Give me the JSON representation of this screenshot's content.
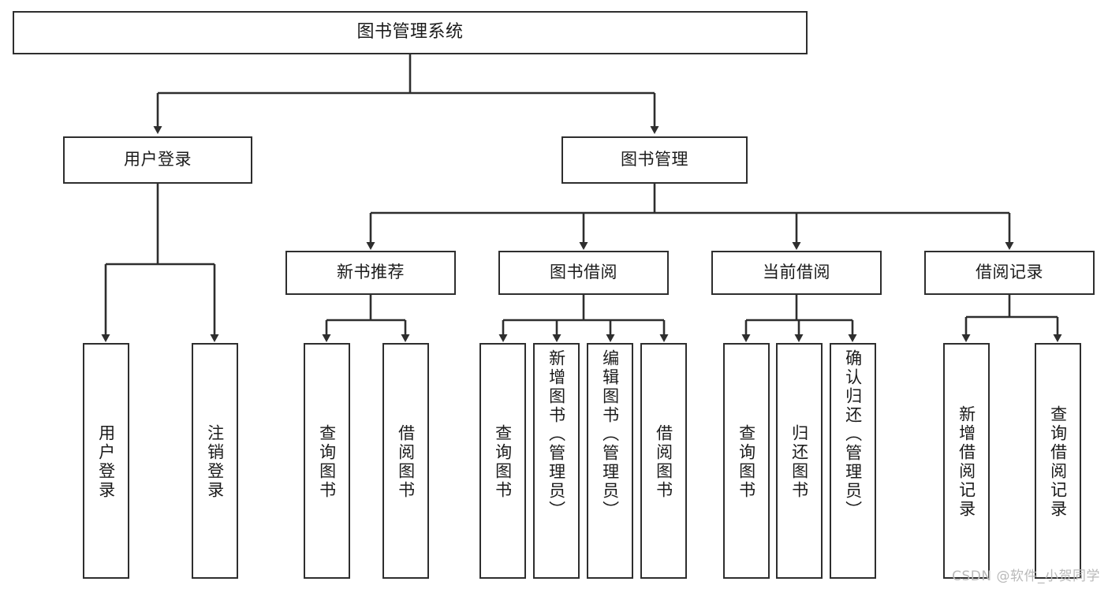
{
  "diagram": {
    "title": "图书管理系统",
    "type": "tree-hierarchy",
    "root": {
      "id": "root",
      "label": "图书管理系统"
    },
    "level2": [
      {
        "id": "user-login",
        "label": "用户登录"
      },
      {
        "id": "book-management",
        "label": "图书管理"
      }
    ],
    "level3": [
      {
        "id": "new-book-recommend",
        "label": "新书推荐",
        "parent": "book-management"
      },
      {
        "id": "book-borrow",
        "label": "图书借阅",
        "parent": "book-management"
      },
      {
        "id": "current-borrow",
        "label": "当前借阅",
        "parent": "book-management"
      },
      {
        "id": "borrow-record",
        "label": "借阅记录",
        "parent": "book-management"
      }
    ],
    "leaves": {
      "user_login": [
        {
          "id": "leaf-user-login",
          "label": "用户登录"
        },
        {
          "id": "leaf-logout",
          "label": "注销登录"
        }
      ],
      "new_book_recommend": [
        {
          "id": "leaf-query-book-1",
          "label": "查询图书"
        },
        {
          "id": "leaf-borrow-book-1",
          "label": "借阅图书"
        }
      ],
      "book_borrow": [
        {
          "id": "leaf-query-book-2",
          "label": "查询图书"
        },
        {
          "id": "leaf-add-book",
          "label": "新增图书（管理员）"
        },
        {
          "id": "leaf-edit-book",
          "label": "编辑图书（管理员）"
        },
        {
          "id": "leaf-borrow-book-2",
          "label": "借阅图书"
        }
      ],
      "current_borrow": [
        {
          "id": "leaf-query-book-3",
          "label": "查询图书"
        },
        {
          "id": "leaf-return-book",
          "label": "归还图书"
        },
        {
          "id": "leaf-confirm-return",
          "label": "确认归还（管理员）"
        }
      ],
      "borrow_record": [
        {
          "id": "leaf-add-record",
          "label": "新增借阅记录"
        },
        {
          "id": "leaf-query-record",
          "label": "查询借阅记录"
        }
      ]
    }
  },
  "watermark": {
    "text": "CSDN @软件_小贺同学"
  },
  "colors": {
    "stroke": "#2e2e2e",
    "fill": "#ffffff",
    "text": "#1b1b1b",
    "watermark": "#b9b9b9"
  }
}
